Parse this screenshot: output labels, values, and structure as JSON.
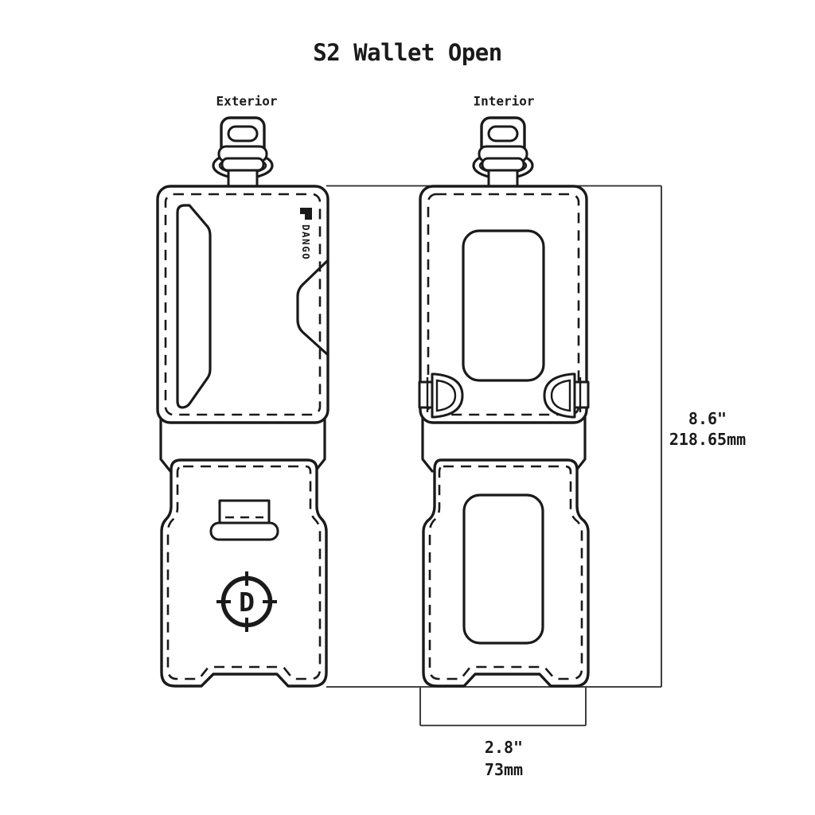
{
  "title": "S2 Wallet Open",
  "views": {
    "exterior": "Exterior",
    "interior": "Interior"
  },
  "branding": {
    "logo_text": "DANGO",
    "emblem_letter": "D"
  },
  "dimensions": {
    "height_in": "8.6\"",
    "height_mm": "218.65mm",
    "width_in": "2.8\"",
    "width_mm": "73mm"
  },
  "colors": {
    "line": "#1a1a1a",
    "background": "#ffffff"
  }
}
